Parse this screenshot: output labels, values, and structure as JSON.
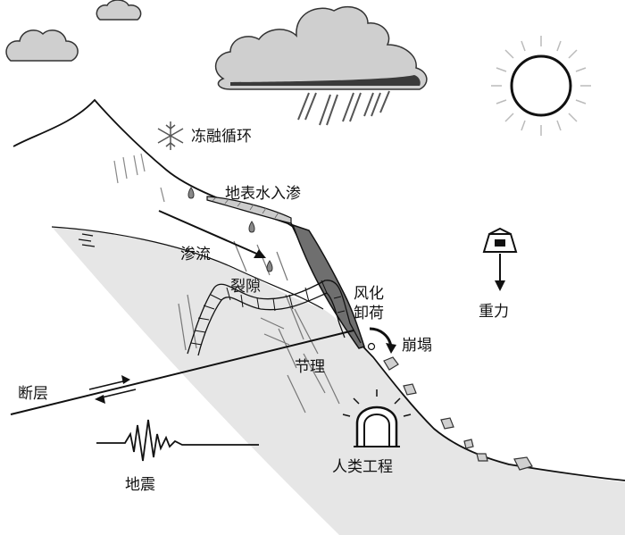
{
  "labels": {
    "freeze_thaw": "冻融循环",
    "surface_infiltration": "地表水入渗",
    "seepage": "渗流",
    "fissure": "裂隙",
    "weathering_unloading_line1": "风化",
    "weathering_unloading_line2": "卸荷",
    "collapse": "崩塌",
    "gravity": "重力",
    "joint": "节理",
    "fault": "断层",
    "earthquake": "地震",
    "human_engineering": "人类工程"
  },
  "icons": [
    "cloud-icon",
    "rain-cloud-icon",
    "sun-icon",
    "snowflake-icon",
    "water-drop-icon",
    "weight-icon",
    "seismogram-icon",
    "tunnel-icon",
    "rock-icon"
  ],
  "colors": {
    "ink": "#111111",
    "slope_fill": "#e6e6e6",
    "cloud_fill": "#cfcfcf",
    "cloud_dark": "#3a3a3a",
    "failure_block": "#6f6f6f"
  }
}
